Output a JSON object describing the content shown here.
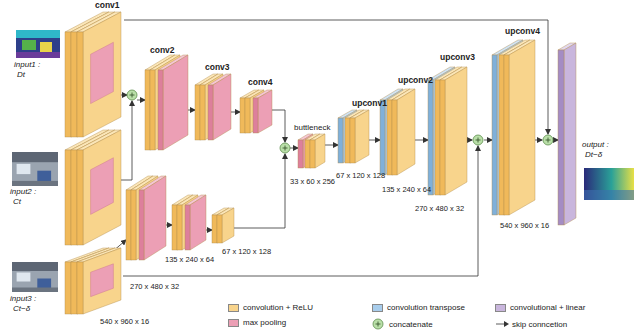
{
  "diagram": {
    "nodes": [
      {
        "text": [
          "input1 :",
          "Dt"
        ]
      },
      {
        "text": [
          "input2 :",
          "Ct"
        ]
      },
      {
        "text": [
          "input3 :",
          "Ct−δ"
        ]
      },
      {
        "text": [
          "output :",
          "Dt−δ"
        ]
      }
    ],
    "labels": [
      "conv1",
      "conv2",
      "conv3",
      "conv4",
      "buttleneck",
      "upconv1",
      "upconv2",
      "upconv3",
      "upconv4",
      "540 x 960 x 16",
      "270 x 480 x 32",
      "135 x 240 x 64",
      "67 x 120 x 128",
      "33 x 60 x 256",
      "67 x 120 x 128",
      "135 x 240 x 64",
      "270 x 480 x 32",
      "540 x 960 x 16"
    ],
    "legend": [
      {
        "text": "convolution + ReLU",
        "color": "#f8d48c"
      },
      {
        "text": "max pooling",
        "color": "#ec9fb5"
      },
      {
        "text": "convolution transpose",
        "color": "#a8cdec"
      },
      {
        "text": "concatenate"
      },
      {
        "text": "convolutional + linear",
        "color": "#c9b6dd"
      },
      {
        "text": "skip conncetion"
      }
    ]
  }
}
